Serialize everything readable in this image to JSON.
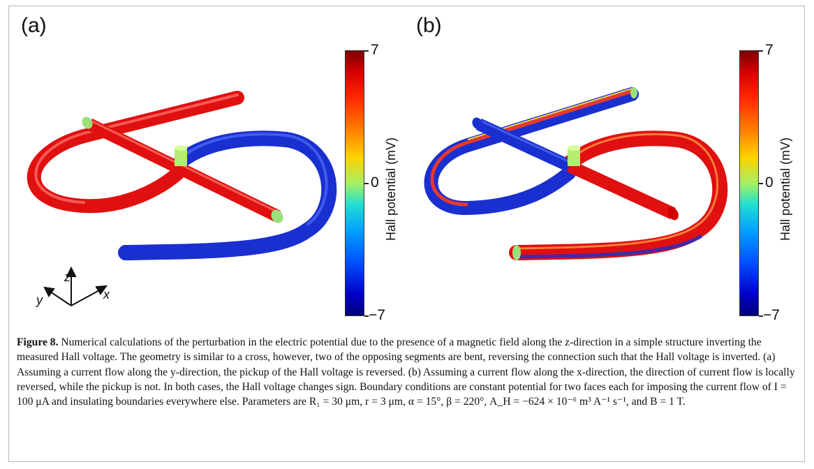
{
  "panels": [
    {
      "label": "(a)",
      "colorbar": {
        "max": "7",
        "mid": "0",
        "min": "−7",
        "title": "Hall potential (mV)"
      }
    },
    {
      "label": "(b)",
      "colorbar": {
        "max": "7",
        "mid": "0",
        "min": "−7",
        "title": "Hall potential (mV)"
      }
    }
  ],
  "axes": {
    "z": "z",
    "y": "y",
    "x": "x"
  },
  "colors": {
    "red": "#e01010",
    "blue": "#1a2fd0",
    "green": "#9be07a"
  },
  "caption": {
    "figure_label": "Figure 8.",
    "text": "Numerical calculations of the perturbation in the electric potential due to the presence of a magnetic field along the z-direction in a simple structure inverting the measured Hall voltage. The geometry is similar to a cross, however, two of the opposing segments are bent, reversing the connection such that the Hall voltage is inverted. (a) Assuming a current flow along the y-direction, the pickup of the Hall voltage is reversed. (b) Assuming a current flow along the x-direction, the direction of current flow is locally reversed, while the pickup is not. In both cases, the Hall voltage changes sign. Boundary conditions are constant potential for two faces each for imposing the current flow of I = 100 μA and insulating boundaries everywhere else. Parameters are R₁ = 30 μm, r = 3 μm, α = 15°, β = 220°, A_H = −624 × 10⁻⁶ m³ A⁻¹ s⁻¹, and B = 1 T."
  }
}
